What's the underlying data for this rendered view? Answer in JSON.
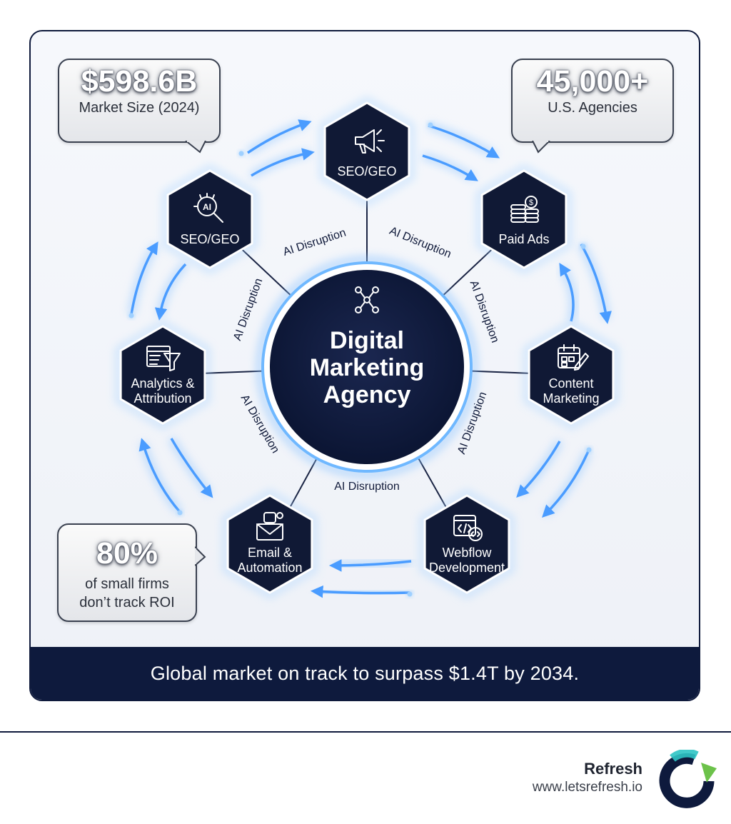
{
  "center": {
    "title_lines": [
      "Digital",
      "Marketing",
      "Agency"
    ],
    "icon": "network-nodes-icon"
  },
  "nodes": [
    {
      "label_lines": [
        "SEO/GEO"
      ],
      "icon": "megaphone-icon"
    },
    {
      "label_lines": [
        "Paid Ads"
      ],
      "icon": "coin-stack-icon"
    },
    {
      "label_lines": [
        "Content",
        "Marketing"
      ],
      "icon": "calendar-edit-icon"
    },
    {
      "label_lines": [
        "Webflow",
        "Development"
      ],
      "icon": "code-window-icon"
    },
    {
      "label_lines": [
        "Email &",
        "Automation"
      ],
      "icon": "envelope-icon"
    },
    {
      "label_lines": [
        "Analytics &",
        "Attribution"
      ],
      "icon": "funnel-chart-icon"
    },
    {
      "label_lines": [
        "SEO/GEO"
      ],
      "icon": "ai-magnifier-icon"
    }
  ],
  "edge_label": "AI Disruption",
  "callouts": {
    "market_size": {
      "value": "$598.6B",
      "caption": "Market Size (2024)"
    },
    "agencies": {
      "value": "45,000+",
      "caption": "U.S. Agencies"
    },
    "small_firms": {
      "value": "80%",
      "caption_lines": [
        "of small firms",
        "don’t track ROI"
      ]
    }
  },
  "footer_text": "Global market on track to surpass $1.4T by 2034.",
  "brand": {
    "name": "Refresh",
    "url": "www.letsrefresh.io",
    "logo_icon": "refresh-ring-logo"
  },
  "colors": {
    "navy": "#0e1a3d",
    "hex_fill": "#101935",
    "glow_blue": "#5aa6ff",
    "ring_blue": "#6fb8ff",
    "logo_teal": "#2ec4c4",
    "logo_green": "#6cc24a"
  }
}
